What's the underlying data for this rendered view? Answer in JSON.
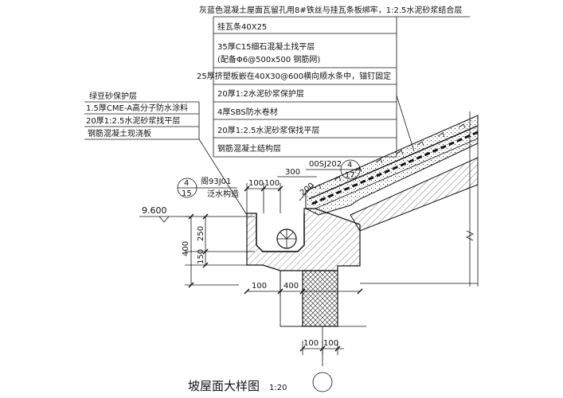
{
  "top_callout": {
    "header": "灰蓝色混凝土屋面瓦留孔用8#铁丝与挂瓦条板绑牢，1:2.5水泥砂浆结合层",
    "layers": [
      "挂瓦条40X25",
      "35厚C15细石混凝土找平层",
      "(配备Φ6@500x500  钢筋网)",
      "25厚挤塑板嵌在40X30@600横向顺水条中，锚钉固定",
      "20厚1:2水泥砂浆保护层",
      "4厚SBS防水卷材",
      "20厚1:2.5水泥砂浆保找平层",
      "钢筋混凝土结构层"
    ]
  },
  "left_callout": {
    "layers": [
      "绿豆砂保护层",
      "1.5厚CME-A高分子防水涂料",
      "20厚1:2.5水泥砂浆找平层",
      "钢筋混凝土现浇板"
    ]
  },
  "refs": {
    "left_top": "4",
    "left_bottom": "15",
    "left_note1": "阁93J01",
    "left_note2": "泛水构造",
    "right_top": "4",
    "right_bottom": "17",
    "right_note": "00SJ202"
  },
  "elevation": "9.600",
  "dims": {
    "d100a": "100",
    "d100b": "100",
    "d300": "300",
    "d200": "200",
    "d250": "250",
    "d150": "150",
    "d400v": "400",
    "d100c": "100",
    "d400h": "400",
    "d100d": "100",
    "d100e": "100"
  },
  "title": "坡屋面大样图",
  "scale": "1:20"
}
